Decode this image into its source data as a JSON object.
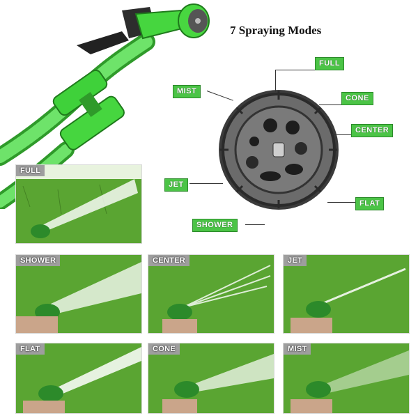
{
  "title": "7 Spraying Modes",
  "modes": {
    "full": "FULL",
    "mist": "MIST",
    "cone": "CONE",
    "center": "CENTER",
    "jet": "JET",
    "flat": "FLAT",
    "shower": "SHOWER"
  },
  "photos": [
    {
      "label": "FULL"
    },
    {
      "label": "SHOWER"
    },
    {
      "label": "CENTER"
    },
    {
      "label": "JET"
    },
    {
      "label": "FLAT"
    },
    {
      "label": "CONE"
    },
    {
      "label": "MIST"
    }
  ],
  "colors": {
    "hose_green": "#3fd13a",
    "grass_green": "#4f9a2c",
    "label_green": "#4bc446",
    "nozzle_gray": "#5a5a5a",
    "photo_tag_gray": "#9e9e9e"
  }
}
